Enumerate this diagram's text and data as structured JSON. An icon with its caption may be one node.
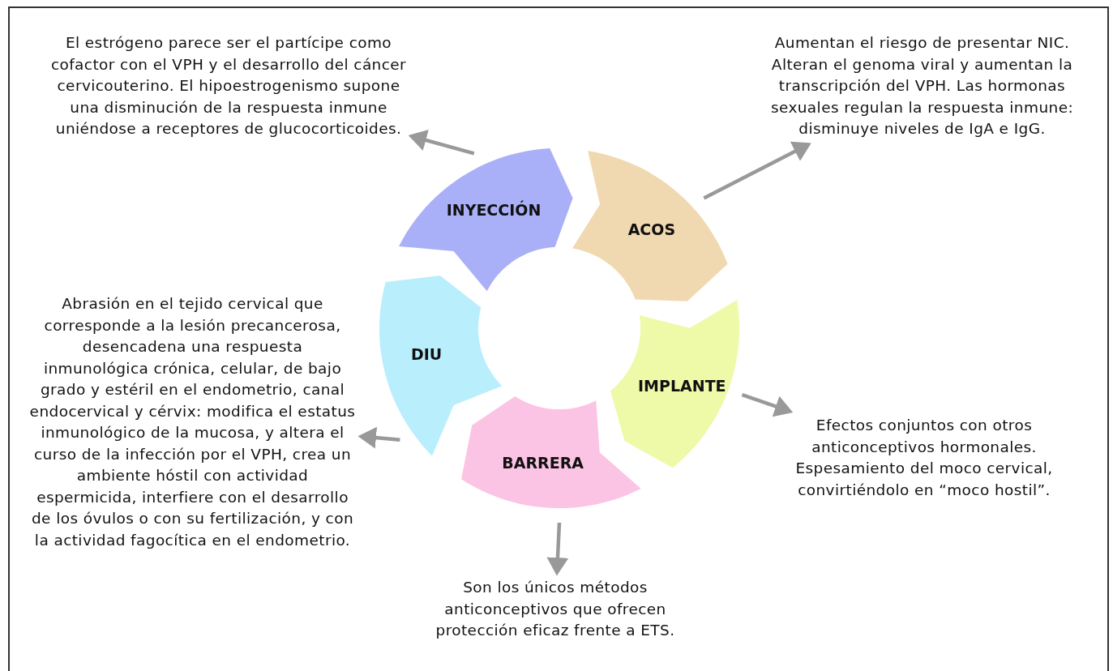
{
  "diagram": {
    "nodes": [
      {
        "text": [
          "INYECCIÓN"
        ]
      },
      {
        "text": [
          "ACOS"
        ]
      },
      {
        "text": [
          "IMPLANTE"
        ]
      },
      {
        "text": [
          "BARRERA"
        ]
      },
      {
        "text": [
          "DIU"
        ]
      },
      {
        "text": [
          "El estrógeno parece ser el partícipe como cofactor con el VPH y el desarrollo del cáncer cervicouterino. El hipoestrogenismo supone una disminución de la respuesta inmune uniéndose a receptores de glucocorticoides."
        ]
      },
      {
        "text": [
          "Aumentan el riesgo de presentar NIC. Alteran el genoma viral y aumentan la transcripción del VPH. Las hormonas sexuales regulan la respuesta inmune: disminuye niveles de IgA e IgG."
        ]
      },
      {
        "text": [
          "Efectos conjuntos con otros anticonceptivos hormonales. Espesamiento del moco cervical, convirtiéndolo en “moco hostil”."
        ]
      },
      {
        "text": [
          "Son los únicos métodos anticonceptivos que ofrecen protección eficaz frente a ETS."
        ]
      },
      {
        "text": [
          "Abrasión en el tejido cervical que corresponde a la lesión precancerosa, desencadena una respuesta inmunológica crónica, celular, de bajo grado y estéril en el endometrio, canal endocervical y cérvix: modifica el estatus inmunológico de la mucosa, y altera el curso de la infección por el VPH, crea un ambiente hóstil con actividad espermicida, interfiere con el desarrollo de los óvulos o con su fertilización, y con la actividad fagocítica en el endometrio."
        ]
      }
    ],
    "edges": [
      {
        "from": 0,
        "to": 5,
        "arrow": "to"
      },
      {
        "from": 1,
        "to": 6,
        "arrow": "to"
      },
      {
        "from": 2,
        "to": 7,
        "arrow": "to"
      },
      {
        "from": 3,
        "to": 8,
        "arrow": "to"
      },
      {
        "from": 4,
        "to": 9,
        "arrow": "to"
      }
    ]
  }
}
